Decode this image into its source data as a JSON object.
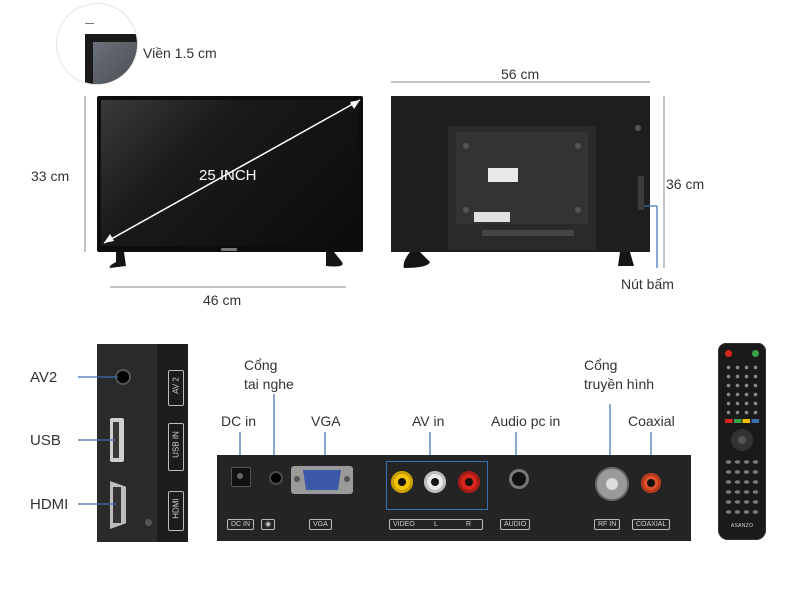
{
  "dimensions": {
    "bezel": "Viền 1.5 cm",
    "height_front": "33 cm",
    "screen_size": "25 INCH",
    "width_front": "46 cm",
    "width_back": "56 cm",
    "height_back": "36 cm",
    "buttons": "Nút bấm"
  },
  "side_ports": {
    "av2": "AV2",
    "usb": "USB",
    "hdmi": "HDMI",
    "panel_av2": "AV 2",
    "panel_usb": "USB IN",
    "panel_hdmi": "HDMI"
  },
  "rear_ports": {
    "dc_in": "DC in",
    "headphone_line1": "Cổng",
    "headphone_line2": "tai nghe",
    "vga": "VGA",
    "av_in": "AV in",
    "audio_pc_in": "Audio pc in",
    "tv_line1": "Cổng",
    "tv_line2": "truyền hình",
    "coaxial": "Coaxial"
  },
  "rear_panel_labels": {
    "dc_in": "DC IN",
    "vga": "VGA",
    "video": "VIDEO",
    "l": "L",
    "r": "R",
    "audio": "AUDIO",
    "rf_in": "RF IN",
    "coaxial": "COAXIAL"
  },
  "remote": {
    "brand": "ASANZO"
  },
  "colors": {
    "dimension_line": "#6b6b6b",
    "callout_line": "#3b6fb0",
    "tv_black": "#0d0d0d",
    "av_video_yellow": "#f2c200",
    "av_left_white": "#e8e8e8",
    "av_right_red": "#d8261f",
    "coaxial_orange": "#e0502a"
  }
}
